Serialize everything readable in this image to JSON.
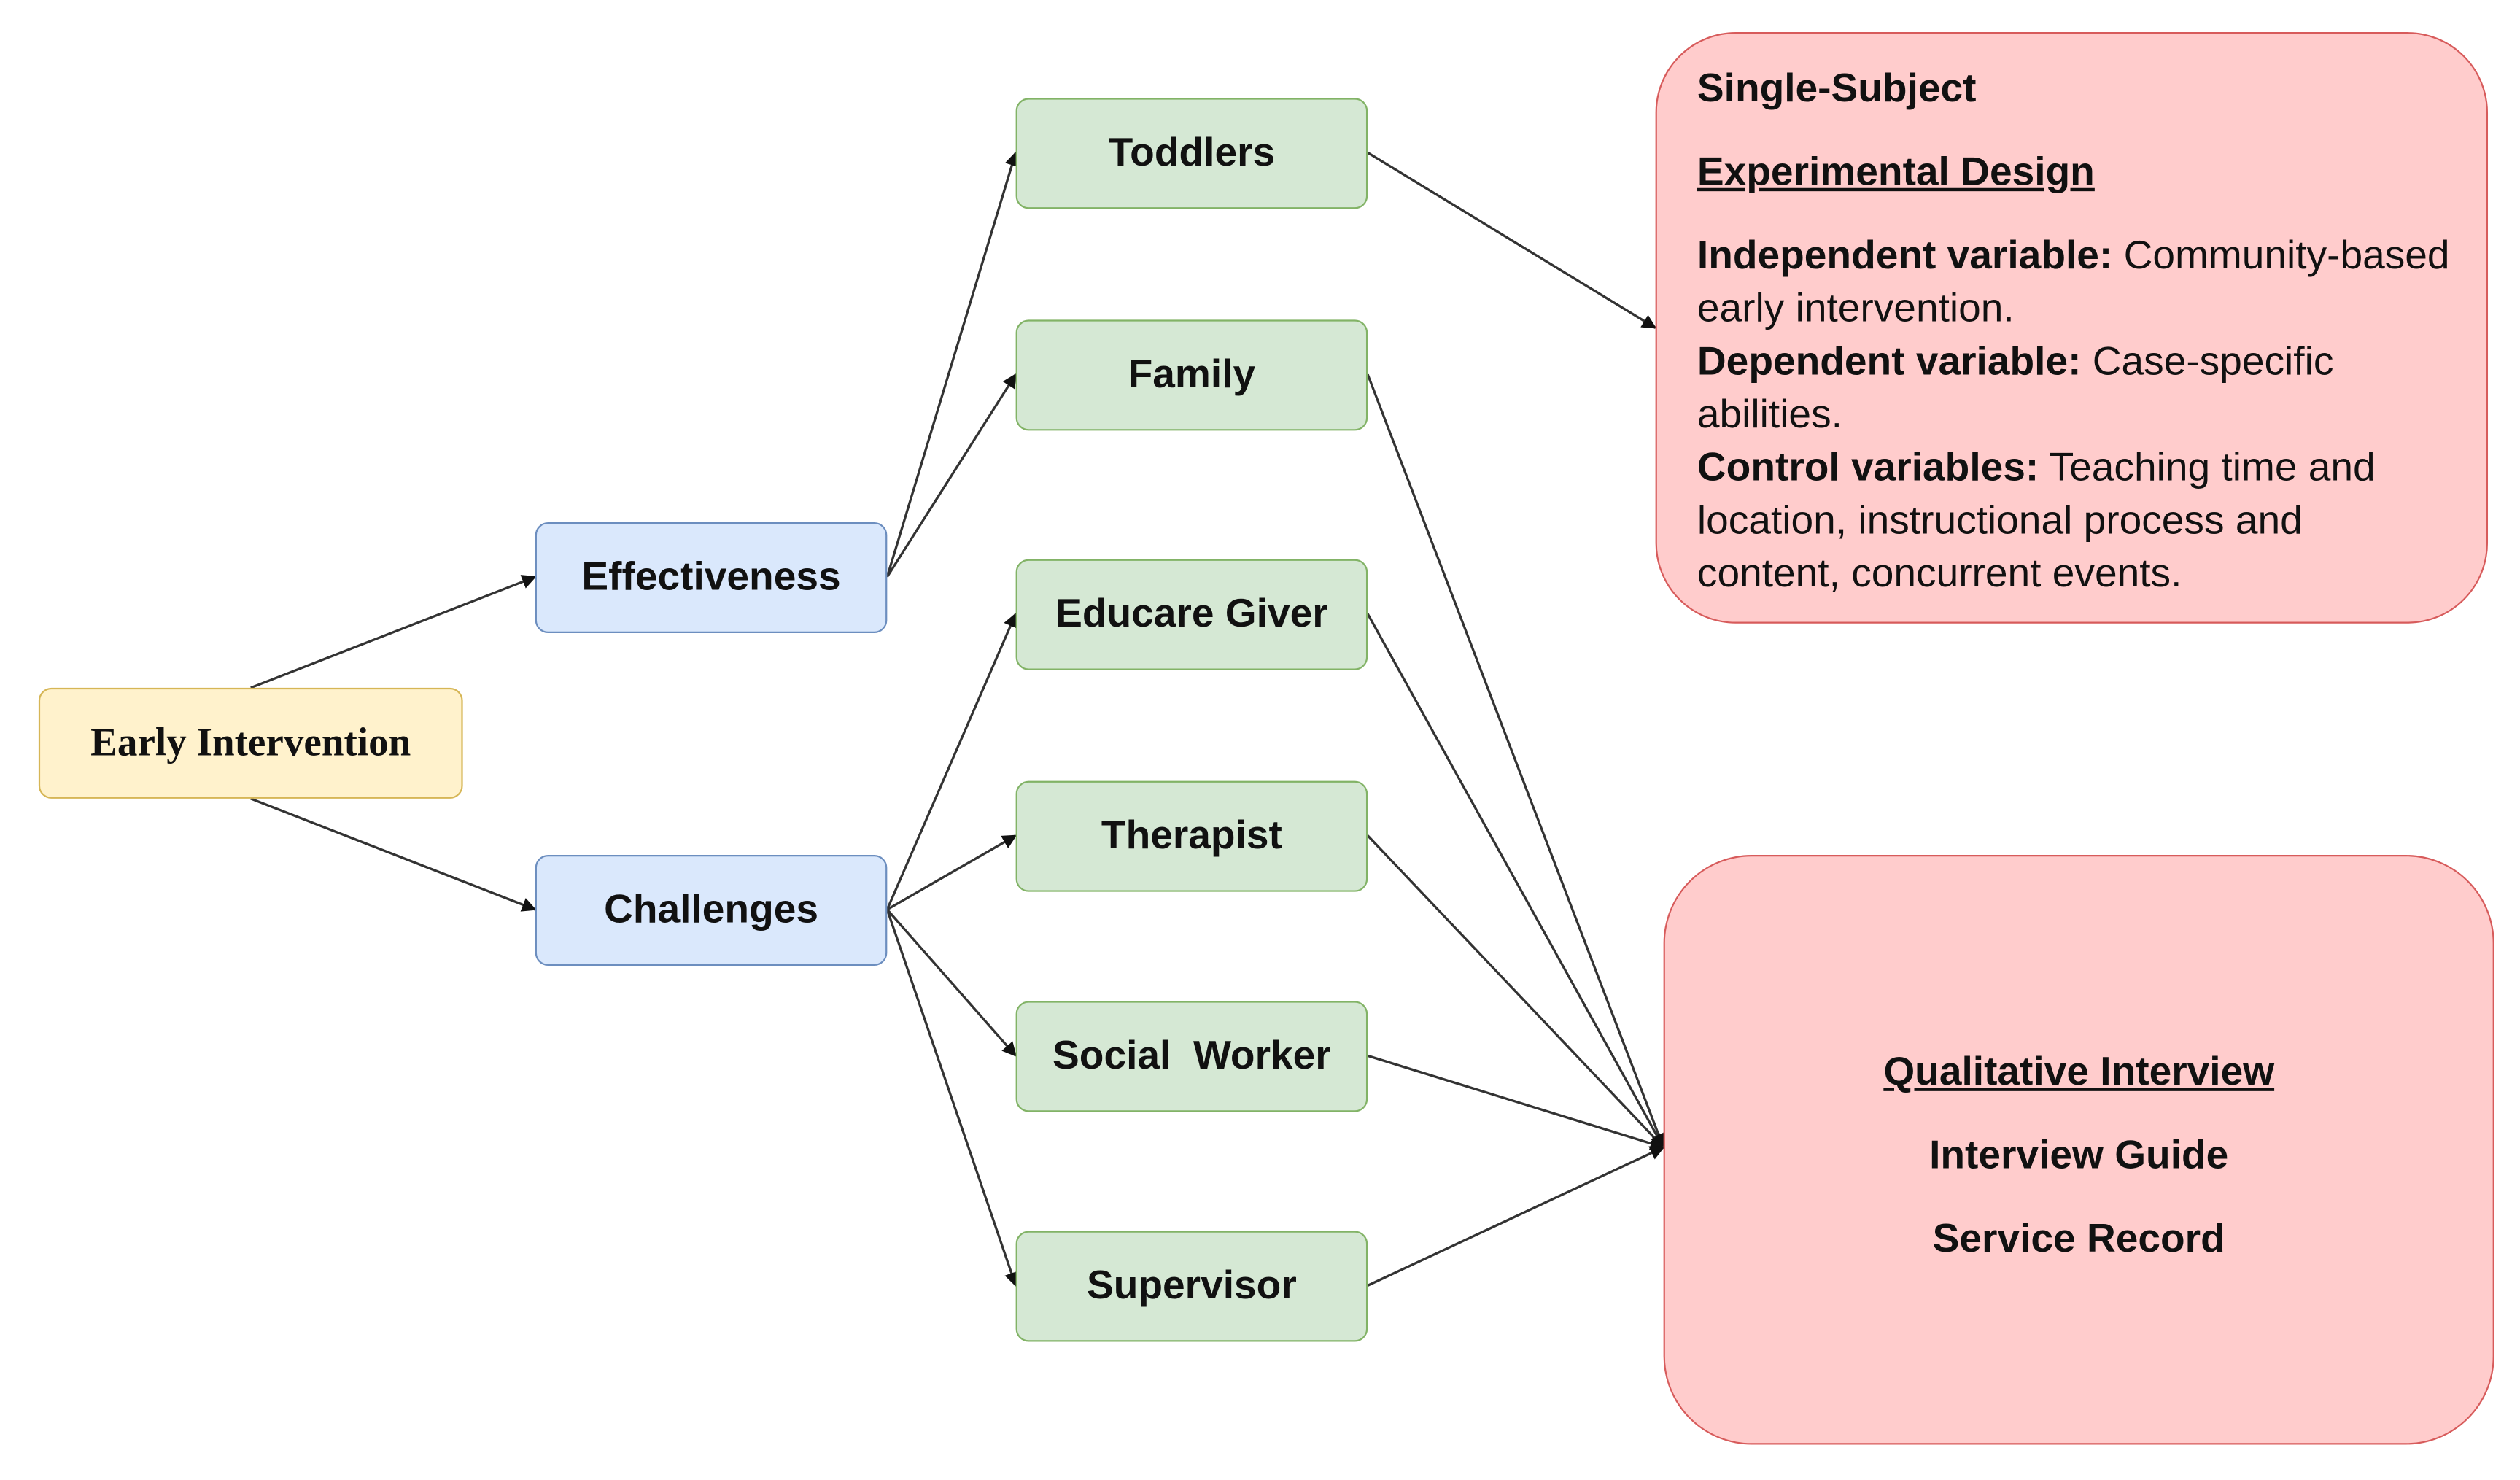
{
  "nodes": {
    "early_intervention": "Early Intervention",
    "effectiveness": "Effectiveness",
    "challenges": "Challenges",
    "toddlers": "Toddlers",
    "family": "Family",
    "educare_giver": "Educare Giver",
    "therapist": "Therapist",
    "social_worker": "Social  Worker",
    "supervisor": "Supervisor"
  },
  "design_box": {
    "title_line1": "Single-Subject",
    "title_line2": "Experimental Design",
    "independent_label": "Independent variable:",
    "independent_text": " Community-based early intervention.",
    "dependent_label": "Dependent variable:",
    "dependent_text": " Case-specific abilities.",
    "control_label": "Control variables:",
    "control_text": " Teaching time and location, instructional process and content, concurrent events."
  },
  "interview_box": {
    "title": "Qualitative Interview",
    "line2": "Interview Guide",
    "line3": "Service Record"
  },
  "colors": {
    "yellow_fill": "#fff2cc",
    "blue_fill": "#dae8fc",
    "green_fill": "#d5e8d4",
    "pink_fill": "#ffcccc",
    "edge": "#333333"
  }
}
